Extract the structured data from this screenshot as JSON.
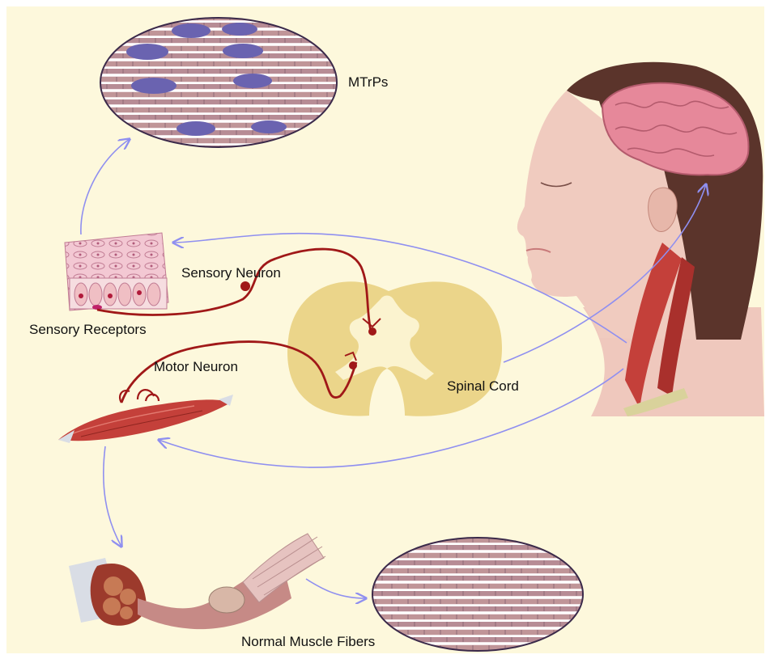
{
  "labels": {
    "mtrps": "MTrPs",
    "sensory_neuron": "Sensory Neuron",
    "sensory_receptors": "Sensory Receptors",
    "motor_neuron": "Motor Neuron",
    "spinal_cord": "Spinal Cord",
    "normal_muscle_fibers": "Normal Muscle Fibers"
  },
  "colors": {
    "background": "#fdf8dc",
    "arrow": "#8f8ff0",
    "nerve": "#a01818",
    "spinal_cord": "#ebd58a",
    "muscle": "#c4403a",
    "fiber_stripe": "#b98f8f",
    "trigger_point": "#6a63b0",
    "skin": "#efc8bd",
    "brain": "#e6889a",
    "hair": "#5b342b"
  }
}
